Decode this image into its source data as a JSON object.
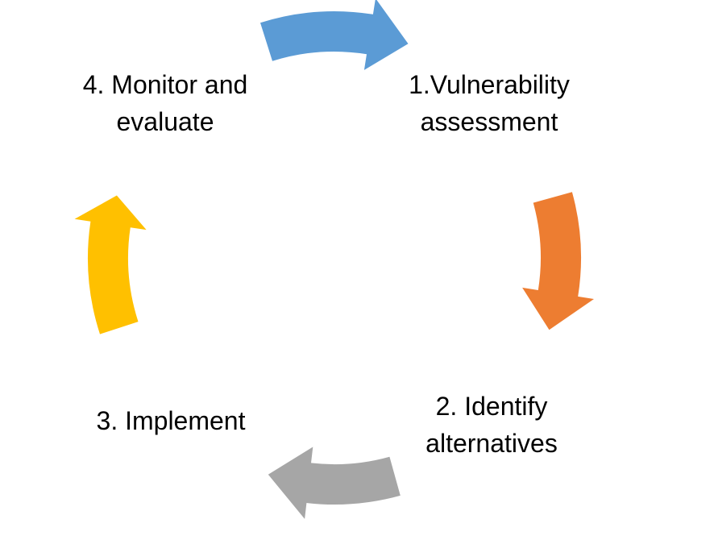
{
  "diagram": {
    "type": "cycle",
    "background_color": "#ffffff",
    "text_color": "#000000",
    "steps": [
      {
        "id": "1",
        "label": "1.Vulnerability\nassessment",
        "position": "top-right"
      },
      {
        "id": "2",
        "label": "2. Identify\nalternatives",
        "position": "bottom-right"
      },
      {
        "id": "3",
        "label": "3. Implement",
        "position": "bottom-left"
      },
      {
        "id": "4",
        "label": "4. Monitor and\nevaluate",
        "position": "top-left"
      }
    ],
    "arrows": [
      {
        "name": "arrow-step4-to-step1",
        "position": "top",
        "direction": "left-to-right",
        "color": "#5b9bd5"
      },
      {
        "name": "arrow-step1-to-step2",
        "position": "right",
        "direction": "downward",
        "color": "#ed7d31"
      },
      {
        "name": "arrow-step2-to-step3",
        "position": "bottom",
        "direction": "right-to-left",
        "color": "#a6a6a6"
      },
      {
        "name": "arrow-step3-to-step4",
        "position": "left",
        "direction": "upward",
        "color": "#ffc000"
      }
    ]
  }
}
